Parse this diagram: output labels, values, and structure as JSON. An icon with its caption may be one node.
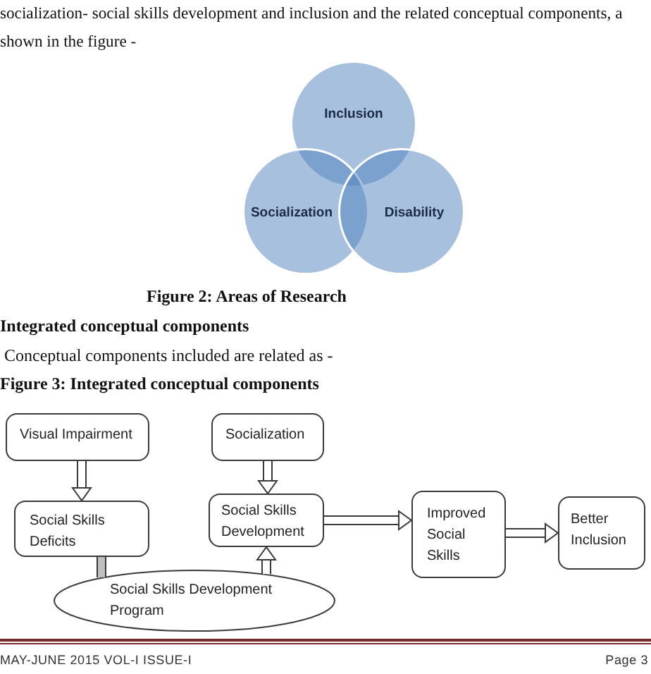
{
  "diagram": {
    "nodes": [
      {
        "text": [
          "Inclusion"
        ]
      },
      {
        "text": [
          "Socialization"
        ]
      },
      {
        "text": [
          "Disability"
        ]
      },
      {
        "text": [
          "Visual Impairment"
        ]
      },
      {
        "text": [
          "Socialization"
        ]
      },
      {
        "text": [
          "Social Skills Deficits"
        ]
      },
      {
        "text": [
          "Social Skills Development"
        ]
      },
      {
        "text": [
          "Social Skills Development Program"
        ]
      },
      {
        "text": [
          "Improved Social Skills"
        ]
      },
      {
        "text": [
          "Better Inclusion"
        ]
      }
    ],
    "edges": [
      {
        "from": 3,
        "to": 5,
        "arrow": "to"
      },
      {
        "from": 4,
        "to": 6,
        "arrow": "to"
      },
      {
        "from": 7,
        "to": 6,
        "arrow": "to"
      },
      {
        "from": 5,
        "to": 7,
        "arrow": "none",
        "color": "#bfbfbf"
      },
      {
        "from": 6,
        "to": 8,
        "arrow": "to"
      },
      {
        "from": 8,
        "to": 9,
        "arrow": "to"
      }
    ],
    "labels": [
      "socialization- social skills development and inclusion and the related conceptual components, a shown in the figure -",
      "Figure 2: Areas of Research",
      "Integrated conceptual components",
      "Conceptual components included are related as -",
      "Figure 3: Integrated conceptual components",
      "MAY-JUNE 2015 VOL-I ISSUE-I",
      "Page 3"
    ]
  }
}
